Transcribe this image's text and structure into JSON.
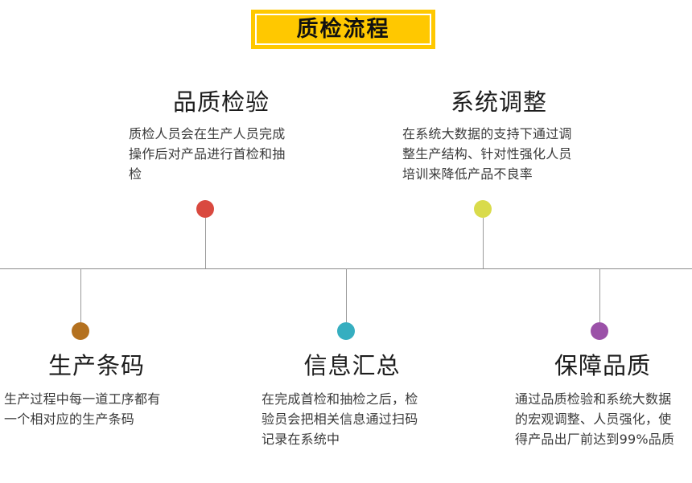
{
  "banner": {
    "title": "质检流程",
    "background_color": "#FFC800",
    "border_color": "#FFFFFF",
    "text_color": "#111111"
  },
  "timeline": {
    "axis_color": "#8C8C8C",
    "stem_color": "#9A9A9A"
  },
  "nodes": {
    "top": [
      {
        "heading": "品质检验",
        "dot_color": "#D9493F",
        "body_lines": [
          "质检人员会在生产人员完成",
          "操作后对产品进行首检和抽",
          "检"
        ]
      },
      {
        "heading": "系统调整",
        "dot_color": "#D9DB4B",
        "body_lines": [
          "在系统大数据的支持下通过调",
          "整生产结构、针对性强化人员",
          "培训来降低产品不良率"
        ]
      }
    ],
    "bottom": [
      {
        "heading": "生产条码",
        "dot_color": "#B4711F",
        "body_lines": [
          "生产过程中每一道工序都有",
          "一个相对应的生产条码"
        ]
      },
      {
        "heading": "信息汇总",
        "dot_color": "#36AEC0",
        "body_lines": [
          "在完成首检和抽检之后，检",
          "验员会把相关信息通过扫码",
          "记录在系统中"
        ]
      },
      {
        "heading": "保障品质",
        "dot_color": "#9B51A8",
        "body_lines": [
          "通过品质检验和系统大数据",
          "的宏观调整、人员强化，使",
          "得产品出厂前达到99%品质"
        ]
      }
    ]
  }
}
